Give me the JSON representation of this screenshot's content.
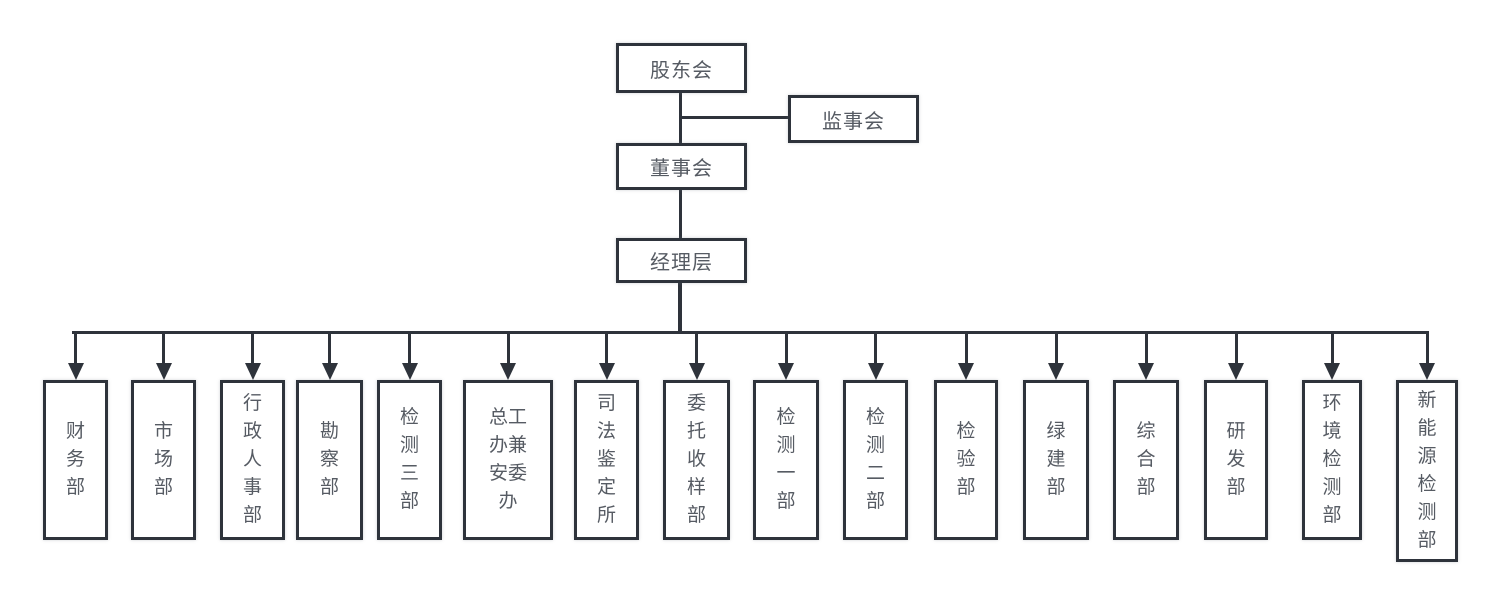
{
  "chart": {
    "type": "org-chart",
    "top_nodes": {
      "shareholders": "股东会",
      "supervisors": "监事会",
      "directors": "董事会",
      "management": "经理层"
    },
    "departments": [
      "财务部",
      "市场部",
      "行政人事部",
      "勘察部",
      "检测三部",
      "总工办兼安委办",
      "司法鉴定所",
      "委托收样部",
      "检测一部",
      "检测二部",
      "检验部",
      "绿建部",
      "综合部",
      "研发部",
      "环境检测部",
      "新能源检测部"
    ],
    "colors": {
      "line": "#2e333b",
      "border": "#2e333b",
      "text": "#565b63",
      "background": "#ffffff"
    }
  }
}
